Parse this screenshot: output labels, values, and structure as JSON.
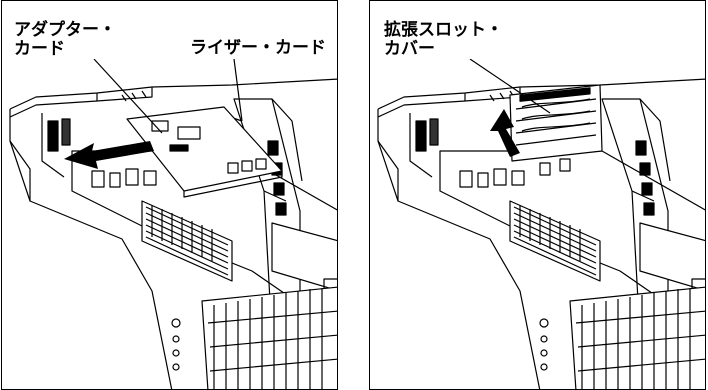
{
  "figure": {
    "left_panel": {
      "labels": {
        "adapter_card_line1": "アダプター・",
        "adapter_card_line2": "カード",
        "riser_card": "ライザー・カード"
      }
    },
    "right_panel": {
      "labels": {
        "slot_cover_line1": "拡張スロット・",
        "slot_cover_line2": "カバー"
      }
    }
  }
}
